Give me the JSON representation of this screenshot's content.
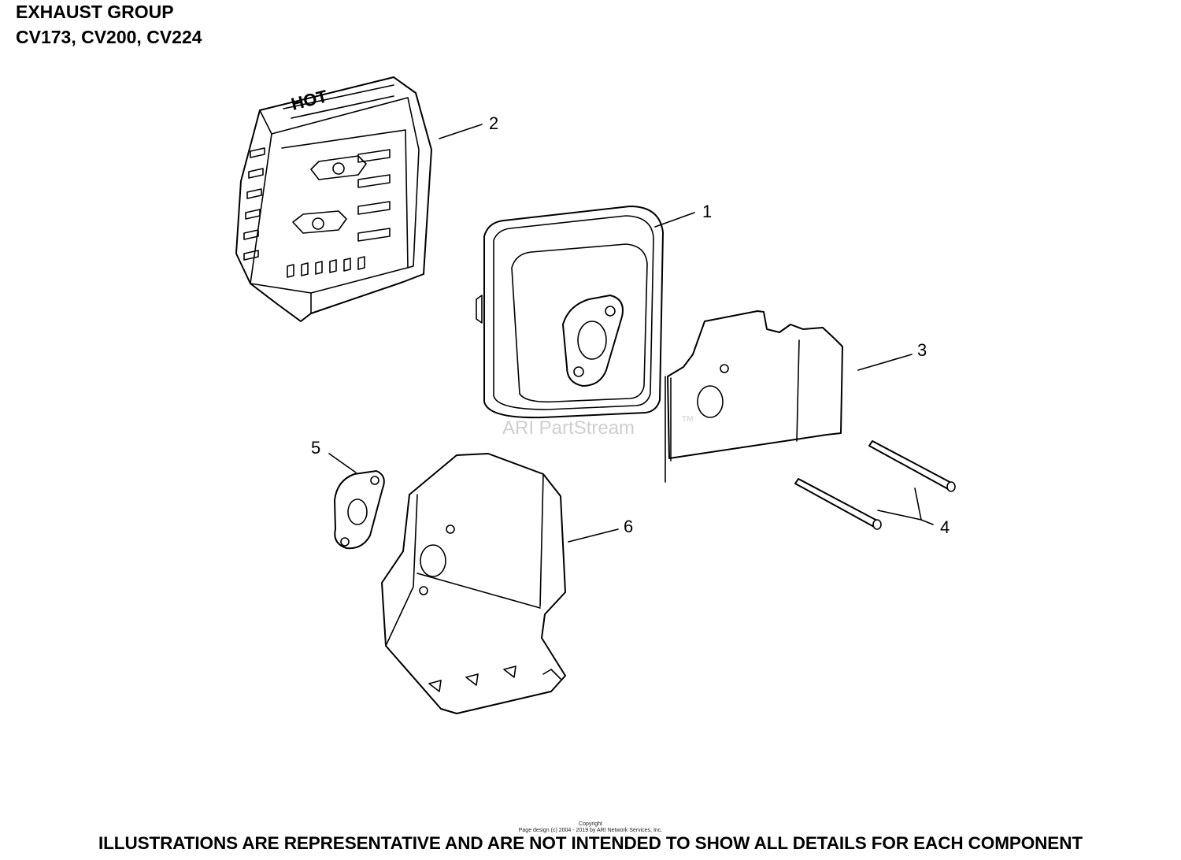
{
  "header": {
    "title_line1": "EXHAUST GROUP",
    "title_line2": "CV173, CV200, CV224"
  },
  "diagram": {
    "callouts": [
      "1",
      "2",
      "3",
      "4",
      "5",
      "6"
    ],
    "watermark": "ARI PartStream",
    "watermark_tm": "TM",
    "shield_embossed_text": "HOT"
  },
  "footer": {
    "copyright_line1": "Copyright",
    "copyright_line2": "Page design (c) 2004 - 2019 by ARI Network Services, Inc.",
    "disclaimer": "ILLUSTRATIONS ARE REPRESENTATIVE AND ARE NOT INTENDED TO SHOW ALL DETAILS FOR EACH COMPONENT"
  }
}
